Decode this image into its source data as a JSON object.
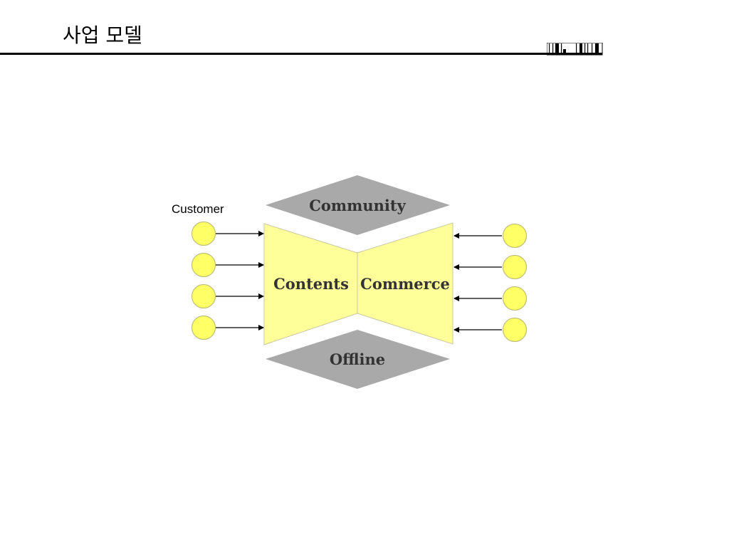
{
  "slide": {
    "title": "사업 모델"
  },
  "diagram": {
    "top_label": "Community",
    "bottom_label": "Offline",
    "left_panel_label": "Contents",
    "right_panel_label": "Commerce",
    "customer_label": "Customer",
    "left_customer_count": 4,
    "right_customer_count": 4
  },
  "colors": {
    "panel_fill": "#FFFF99",
    "panel_stroke": "#C8C8A0",
    "diamond_fill": "#A9A9A9",
    "customer_fill": "#FFFF66",
    "customer_stroke": "#BFBF7A",
    "arrow": "#000000"
  }
}
